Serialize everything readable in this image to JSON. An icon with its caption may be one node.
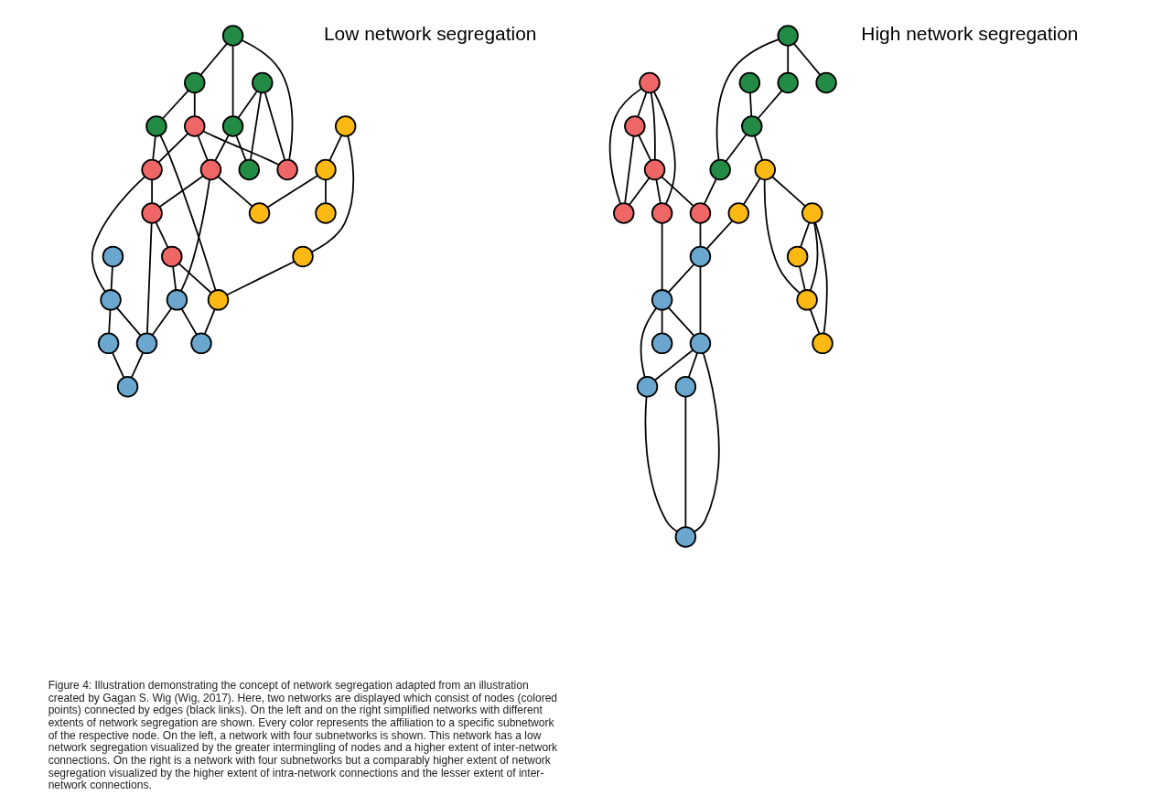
{
  "diagram": {
    "caption": "Figure 4: Illustration demonstrating the concept of network segregation adapted from an illustration created by Gagan S. Wig (Wig, 2017). Here, two networks are displayed which consist of nodes (colored points) connected by edges (black links). On the left and on the right simplified networks with different extents of network segregation are shown. Every color represents the affiliation to a specific subnetwork of the respective node. On the left, a network with four subnetworks is shown. This network has a low network segregation visualized by the greater intermingling of nodes and a higher extent of inter-network connections. On the right is a network with four subnetworks but a comparably higher extent of network segregation visualized by the higher extent of intra-network connections and the lesser extent of inter-network connections.",
    "labels": [
      "Low network segregation",
      "High network segregation"
    ],
    "nodes": [
      {
        "text": [],
        "shape": "circle"
      },
      {
        "text": [],
        "shape": "circle"
      },
      {
        "text": [],
        "shape": "circle"
      },
      {
        "text": [],
        "shape": "circle"
      },
      {
        "text": [],
        "shape": "circle"
      },
      {
        "text": [],
        "shape": "circle"
      },
      {
        "text": [],
        "shape": "circle"
      },
      {
        "text": [],
        "shape": "circle"
      },
      {
        "text": [],
        "shape": "circle"
      },
      {
        "text": [],
        "shape": "circle"
      },
      {
        "text": [],
        "shape": "circle"
      },
      {
        "text": [],
        "shape": "circle"
      },
      {
        "text": [],
        "shape": "circle"
      },
      {
        "text": [],
        "shape": "circle"
      },
      {
        "text": [],
        "shape": "circle"
      },
      {
        "text": [],
        "shape": "circle"
      },
      {
        "text": [],
        "shape": "circle"
      },
      {
        "text": [],
        "shape": "circle"
      },
      {
        "text": [],
        "shape": "circle"
      },
      {
        "text": [],
        "shape": "circle"
      },
      {
        "text": [],
        "shape": "circle"
      },
      {
        "text": [],
        "shape": "circle"
      },
      {
        "text": [],
        "shape": "circle"
      },
      {
        "text": [],
        "shape": "circle"
      },
      {
        "text": [],
        "shape": "circle"
      },
      {
        "text": [],
        "shape": "circle"
      },
      {
        "text": [],
        "shape": "circle"
      },
      {
        "text": [],
        "shape": "circle"
      },
      {
        "text": [],
        "shape": "circle"
      },
      {
        "text": [],
        "shape": "circle"
      },
      {
        "text": [],
        "shape": "circle"
      },
      {
        "text": [],
        "shape": "circle"
      },
      {
        "text": [],
        "shape": "circle"
      },
      {
        "text": [],
        "shape": "circle"
      },
      {
        "text": [],
        "shape": "circle"
      },
      {
        "text": [],
        "shape": "circle"
      },
      {
        "text": [],
        "shape": "circle"
      },
      {
        "text": [],
        "shape": "circle"
      },
      {
        "text": [],
        "shape": "circle"
      },
      {
        "text": [],
        "shape": "circle"
      },
      {
        "text": [],
        "shape": "circle"
      },
      {
        "text": [],
        "shape": "circle"
      },
      {
        "text": [],
        "shape": "circle"
      },
      {
        "text": [],
        "shape": "circle"
      },
      {
        "text": [],
        "shape": "circle"
      },
      {
        "text": [],
        "shape": "circle"
      },
      {
        "text": [],
        "shape": "circle"
      },
      {
        "text": [],
        "shape": "circle"
      },
      {
        "text": [],
        "shape": "circle"
      },
      {
        "text": [],
        "shape": "circle"
      }
    ],
    "edges": [
      {
        "from": 0,
        "to": 1,
        "arrow": "none"
      },
      {
        "from": 0,
        "to": 6,
        "arrow": "none"
      },
      {
        "from": 0,
        "to": 3,
        "arrow": "none"
      },
      {
        "from": 2,
        "to": 6,
        "arrow": "none"
      },
      {
        "from": 2,
        "to": 3,
        "arrow": "none"
      },
      {
        "from": 2,
        "to": 4,
        "arrow": "none"
      },
      {
        "from": 3,
        "to": 4,
        "arrow": "none"
      },
      {
        "from": 3,
        "to": 9,
        "arrow": "none"
      },
      {
        "from": 1,
        "to": 7,
        "arrow": "none"
      },
      {
        "from": 1,
        "to": 5,
        "arrow": "none"
      },
      {
        "from": 5,
        "to": 8,
        "arrow": "none"
      },
      {
        "from": 5,
        "to": 17,
        "arrow": "none"
      },
      {
        "from": 7,
        "to": 6,
        "arrow": "none"
      },
      {
        "from": 7,
        "to": 8,
        "arrow": "none"
      },
      {
        "from": 7,
        "to": 9,
        "arrow": "none"
      },
      {
        "from": 8,
        "to": 10,
        "arrow": "none"
      },
      {
        "from": 8,
        "to": 19,
        "arrow": "none"
      },
      {
        "from": 9,
        "to": 10,
        "arrow": "none"
      },
      {
        "from": 9,
        "to": 20,
        "arrow": "none"
      },
      {
        "from": 9,
        "to": 16,
        "arrow": "none"
      },
      {
        "from": 10,
        "to": 11,
        "arrow": "none"
      },
      {
        "from": 10,
        "to": 21,
        "arrow": "none"
      },
      {
        "from": 11,
        "to": 17,
        "arrow": "none"
      },
      {
        "from": 11,
        "to": 20,
        "arrow": "none"
      },
      {
        "from": 12,
        "to": 13,
        "arrow": "none"
      },
      {
        "from": 12,
        "to": 15,
        "arrow": "none"
      },
      {
        "from": 13,
        "to": 14,
        "arrow": "none"
      },
      {
        "from": 13,
        "to": 16,
        "arrow": "none"
      },
      {
        "from": 15,
        "to": 17,
        "arrow": "none"
      },
      {
        "from": 17,
        "to": 23,
        "arrow": "none"
      },
      {
        "from": 18,
        "to": 19,
        "arrow": "none"
      },
      {
        "from": 19,
        "to": 21,
        "arrow": "none"
      },
      {
        "from": 19,
        "to": 22,
        "arrow": "none"
      },
      {
        "from": 20,
        "to": 21,
        "arrow": "none"
      },
      {
        "from": 20,
        "to": 23,
        "arrow": "none"
      },
      {
        "from": 21,
        "to": 24,
        "arrow": "none"
      },
      {
        "from": 22,
        "to": 24,
        "arrow": "none"
      },
      {
        "from": 25,
        "to": 26,
        "arrow": "none"
      },
      {
        "from": 25,
        "to": 27,
        "arrow": "none"
      },
      {
        "from": 25,
        "to": 28,
        "arrow": "none"
      },
      {
        "from": 27,
        "to": 30,
        "arrow": "none"
      },
      {
        "from": 29,
        "to": 30,
        "arrow": "none"
      },
      {
        "from": 30,
        "to": 28,
        "arrow": "none"
      },
      {
        "from": 28,
        "to": 35,
        "arrow": "none"
      },
      {
        "from": 30,
        "to": 38,
        "arrow": "none"
      },
      {
        "from": 31,
        "to": 32,
        "arrow": "none"
      },
      {
        "from": 31,
        "to": 33,
        "arrow": "none"
      },
      {
        "from": 31,
        "to": 34,
        "arrow": "none"
      },
      {
        "from": 31,
        "to": 36,
        "arrow": "none"
      },
      {
        "from": 32,
        "to": 33,
        "arrow": "none"
      },
      {
        "from": 32,
        "to": 34,
        "arrow": "none"
      },
      {
        "from": 34,
        "to": 33,
        "arrow": "none"
      },
      {
        "from": 34,
        "to": 35,
        "arrow": "none"
      },
      {
        "from": 34,
        "to": 36,
        "arrow": "none"
      },
      {
        "from": 35,
        "to": 43,
        "arrow": "none"
      },
      {
        "from": 36,
        "to": 45,
        "arrow": "none"
      },
      {
        "from": 38,
        "to": 37,
        "arrow": "none"
      },
      {
        "from": 38,
        "to": 39,
        "arrow": "none"
      },
      {
        "from": 38,
        "to": 41,
        "arrow": "none"
      },
      {
        "from": 37,
        "to": 43,
        "arrow": "none"
      },
      {
        "from": 39,
        "to": 40,
        "arrow": "none"
      },
      {
        "from": 39,
        "to": 41,
        "arrow": "none"
      },
      {
        "from": 39,
        "to": 42,
        "arrow": "none"
      },
      {
        "from": 40,
        "to": 41,
        "arrow": "none"
      },
      {
        "from": 41,
        "to": 42,
        "arrow": "none"
      },
      {
        "from": 43,
        "to": 45,
        "arrow": "none"
      },
      {
        "from": 43,
        "to": 46,
        "arrow": "none"
      },
      {
        "from": 45,
        "to": 44,
        "arrow": "none"
      },
      {
        "from": 45,
        "to": 46,
        "arrow": "none"
      },
      {
        "from": 45,
        "to": 47,
        "arrow": "none"
      },
      {
        "from": 46,
        "to": 47,
        "arrow": "none"
      },
      {
        "from": 46,
        "to": 48,
        "arrow": "none"
      },
      {
        "from": 46,
        "to": 49,
        "arrow": "none"
      },
      {
        "from": 48,
        "to": 49,
        "arrow": "none"
      },
      {
        "from": 47,
        "to": 49,
        "arrow": "none"
      }
    ]
  }
}
